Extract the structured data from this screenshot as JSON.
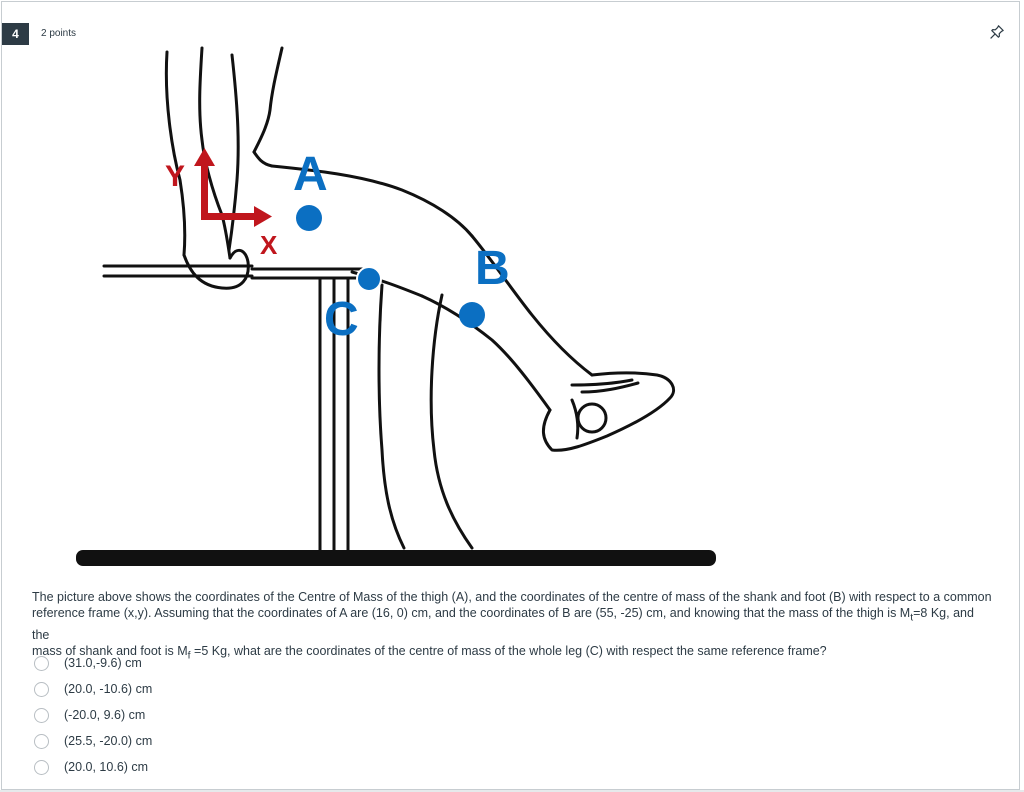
{
  "question": {
    "number": "4",
    "points": "2 points",
    "icon": "pin-icon",
    "figure_labels": {
      "a": "A",
      "b": "B",
      "c": "C",
      "x": "X",
      "y": "Y"
    },
    "colors": {
      "marker_blue": "#0b6fc2",
      "axis_red": "#c0161d"
    },
    "prompt": {
      "line1": "The picture above shows the coordinates of the Centre of Mass of the thigh (A), and the coordinates of the centre of mass of the shank and foot (B) with respect to a common",
      "line2_pre": "reference frame (x,y).  Assuming that the coordinates of A are (16, 0) cm, and the coordinates of B are (55, -25) cm, and knowing that the mass of the thigh is M",
      "line2_sub": "t",
      "line2_post": "=8 Kg, and the",
      "line3_pre": "mass of shank and foot is M",
      "line3_sub": "f",
      "line3_post": " =5 Kg, what are the coordinates of the centre of mass of the whole leg (C) with respect the same reference frame?"
    },
    "answers": [
      "(31.0,-9.6) cm",
      "(20.0, -10.6) cm",
      "(-20.0, 9.6) cm",
      "(25.5, -20.0) cm",
      "(20.0, 10.6) cm"
    ]
  }
}
